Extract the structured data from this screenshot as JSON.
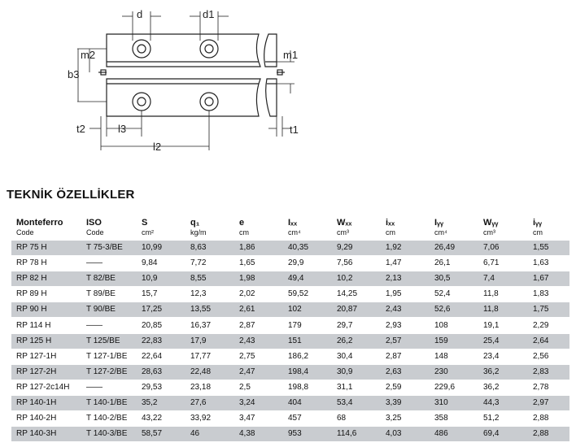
{
  "diagram": {
    "labels": {
      "d": "d",
      "d1": "d1",
      "m2": "m2",
      "m1": "m1",
      "b3": "b3",
      "t2": "t2",
      "l3": "l3",
      "t1": "t1",
      "l2": "l2"
    }
  },
  "section_title": "TEKNİK ÖZELLİKLER",
  "table": {
    "headers": [
      {
        "name": "Monteferro",
        "unit": "Code"
      },
      {
        "name": "ISO",
        "unit": "Code"
      },
      {
        "name": "S",
        "unit": "cm²"
      },
      {
        "name": "q₁",
        "unit": "kg/m"
      },
      {
        "name": "e",
        "unit": "cm"
      },
      {
        "name": "Iₓₓ",
        "unit": "cm⁴"
      },
      {
        "name": "Wₓₓ",
        "unit": "cm³"
      },
      {
        "name": "iₓₓ",
        "unit": "cm"
      },
      {
        "name": "Iᵧᵧ",
        "unit": "cm⁴"
      },
      {
        "name": "Wᵧᵧ",
        "unit": "cm³"
      },
      {
        "name": "iᵧᵧ",
        "unit": "cm"
      }
    ],
    "rows": [
      [
        "RP 75 H",
        "T 75-3/BE",
        "10,99",
        "8,63",
        "1,86",
        "40,35",
        "9,29",
        "1,92",
        "26,49",
        "7,06",
        "1,55"
      ],
      [
        "RP 78 H",
        "——",
        "9,84",
        "7,72",
        "1,65",
        "29,9",
        "7,56",
        "1,47",
        "26,1",
        "6,71",
        "1,63"
      ],
      [
        "RP 82 H",
        "T 82/BE",
        "10,9",
        "8,55",
        "1,98",
        "49,4",
        "10,2",
        "2,13",
        "30,5",
        "7,4",
        "1,67"
      ],
      [
        "RP 89 H",
        "T 89/BE",
        "15,7",
        "12,3",
        "2,02",
        "59,52",
        "14,25",
        "1,95",
        "52,4",
        "11,8",
        "1,83"
      ],
      [
        "RP 90 H",
        "T 90/BE",
        "17,25",
        "13,55",
        "2,61",
        "102",
        "20,87",
        "2,43",
        "52,6",
        "11,8",
        "1,75"
      ],
      [
        "RP 114 H",
        "——",
        "20,85",
        "16,37",
        "2,87",
        "179",
        "29,7",
        "2,93",
        "108",
        "19,1",
        "2,29"
      ],
      [
        "RP 125 H",
        "T 125/BE",
        "22,83",
        "17,9",
        "2,43",
        "151",
        "26,2",
        "2,57",
        "159",
        "25,4",
        "2,64"
      ],
      [
        "RP 127-1H",
        "T 127-1/BE",
        "22,64",
        "17,77",
        "2,75",
        "186,2",
        "30,4",
        "2,87",
        "148",
        "23,4",
        "2,56"
      ],
      [
        "RP 127-2H",
        "T 127-2/BE",
        "28,63",
        "22,48",
        "2,47",
        "198,4",
        "30,9",
        "2,63",
        "230",
        "36,2",
        "2,83"
      ],
      [
        "RP 127-2c14H",
        "——",
        "29,53",
        "23,18",
        "2,5",
        "198,8",
        "31,1",
        "2,59",
        "229,6",
        "36,2",
        "2,78"
      ],
      [
        "RP 140-1H",
        "T 140-1/BE",
        "35,2",
        "27,6",
        "3,24",
        "404",
        "53,4",
        "3,39",
        "310",
        "44,3",
        "2,97"
      ],
      [
        "RP 140-2H",
        "T 140-2/BE",
        "43,22",
        "33,92",
        "3,47",
        "457",
        "68",
        "3,25",
        "358",
        "51,2",
        "2,88"
      ],
      [
        "RP 140-3H",
        "T 140-3/BE",
        "58,57",
        "46",
        "4,38",
        "953",
        "114,6",
        "4,03",
        "486",
        "69,4",
        "2,88"
      ]
    ]
  }
}
